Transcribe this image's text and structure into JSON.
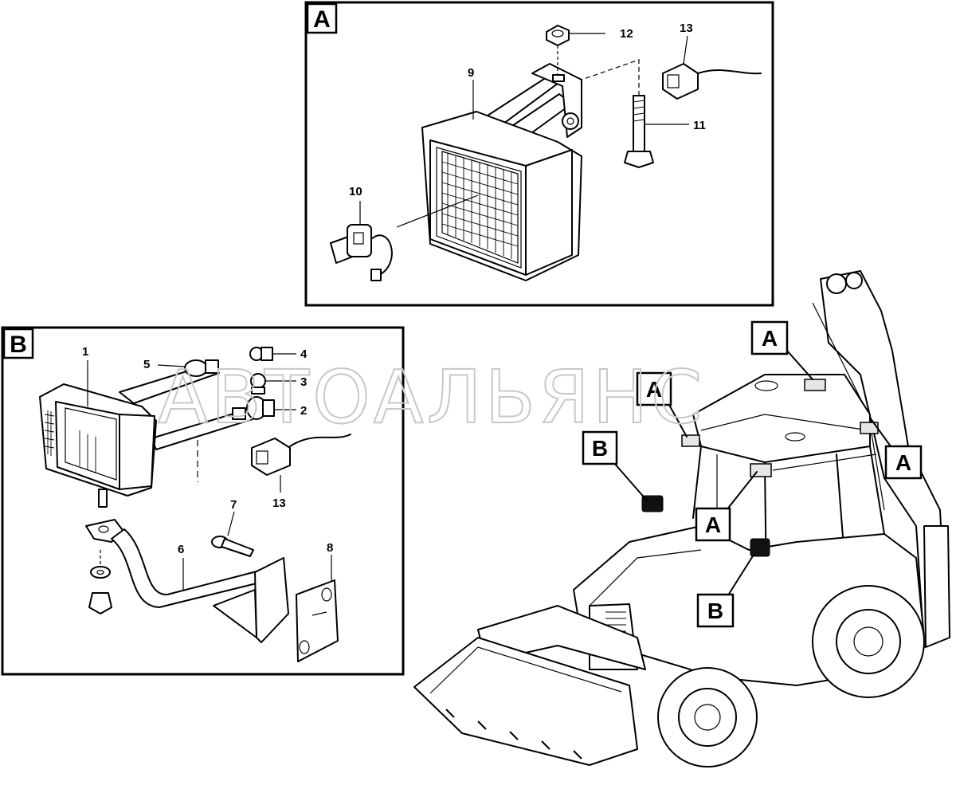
{
  "panels": {
    "a": {
      "letter": "A"
    },
    "b": {
      "letter": "B"
    }
  },
  "callouts": {
    "n1": "1",
    "n2": "2",
    "n3": "3",
    "n4": "4",
    "n5": "5",
    "n6": "6",
    "n7": "7",
    "n8": "8",
    "n9": "9",
    "n10": "10",
    "n11": "11",
    "n12": "12",
    "n13a": "13",
    "n13b": "13"
  },
  "machine_tags": {
    "a_top": "A",
    "a_left": "A",
    "a_right": "A",
    "a_mid": "A",
    "b_left": "B",
    "b_mid": "B"
  },
  "watermark": "АВТОАЛЬЯНС"
}
